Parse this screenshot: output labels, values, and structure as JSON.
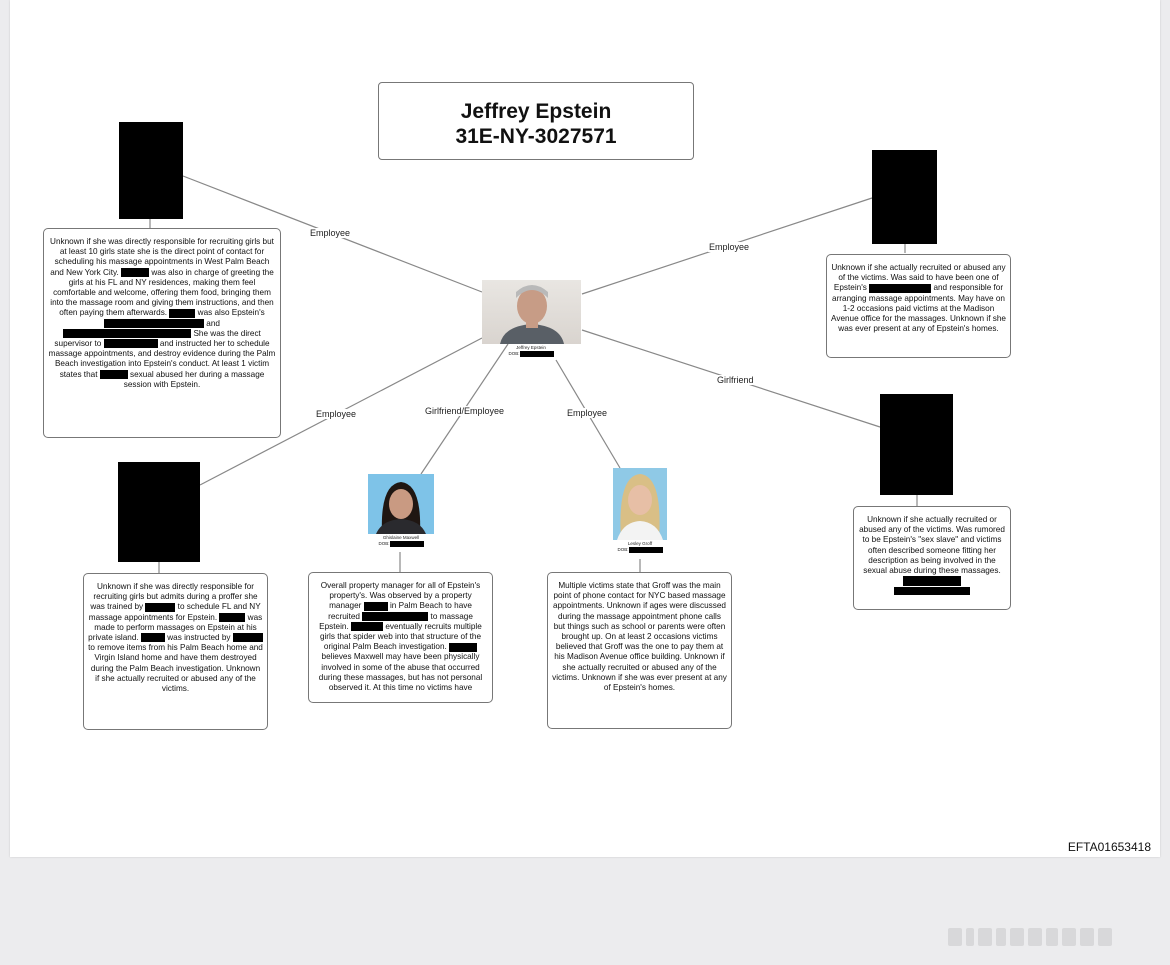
{
  "title": {
    "line1": "Jeffrey Epstein",
    "line2": "31E-NY-3027571"
  },
  "center": {
    "caption": "Jeffrey Epstein",
    "dob_label": "DOB:"
  },
  "edges": {
    "top_left": "Employee",
    "top_right": "Employee",
    "right": "Girlfriend",
    "bottom_left": "Employee",
    "maxwell": "Girlfriend/Employee",
    "groff": "Employee"
  },
  "maxwell": {
    "caption": "Ghislaine Maxwell",
    "dob_label": "DOB:"
  },
  "groff": {
    "caption": "Lesley Groff",
    "dob_label": "DOB:"
  },
  "notes": {
    "top_left": {
      "p1": "Unknown if she was directly responsible for recruiting girls but at least 10 girls state she is the direct point of contact for scheduling his massage appointments in West Palm Beach and New York City.",
      "p2": "was also in charge of greeting the girls at his FL and NY residences, making them feel comfortable and welcome, offering them food, bringing them into the massage room and giving them instructions, and then often paying them afterwards.",
      "p3": "was also Epstein's",
      "p4": "and",
      "p5": "She was the direct supervisor to",
      "p6": "and instructed her to schedule massage appointments, and destroy evidence during the Palm Beach investigation into Epstein's conduct. At least 1 victim states that",
      "p7": "sexual abused her during a massage session with Epstein."
    },
    "top_right": {
      "p1": "Unknown if she actually recruited or abused any of the victims. Was said to have been one of Epstein's",
      "p2": "and responsible for arranging massage appointments. May have on 1-2 occasions paid victims at the Madison Avenue office for the massages. Unknown if she was ever present at any of Epstein's homes."
    },
    "right": {
      "p1": "Unknown if she actually recruited or abused any of the victims. Was rumored to be Epstein's \"sex slave\" and victims often described someone fitting her description as being involved in the sexual abuse during these massages."
    },
    "bottom_left": {
      "p1": "Unknown if she was directly responsible for recruiting girls but admits during a proffer she was trained by",
      "p2": "to schedule FL and NY massage appointments for Epstein.",
      "p3": "was made to perform massages on Epstein at his private island.",
      "p4": "was instructed by",
      "p5": "to remove items from his Palm Beach home and Virgin Island home and have them destroyed during the Palm Beach investigation. Unknown if she actually recruited or abused any of the victims."
    },
    "maxwell": {
      "p1": "Overall property manager for all of Epstein's property's. Was observed by a property manager",
      "p2": "in Palm Beach to have recruited",
      "p3": "to massage Epstein.",
      "p4": "eventually recruits multiple girls that spider web into that structure of the original Palm Beach investigation.",
      "p5": "believes Maxwell may have been physically involved in some of the abuse that occurred during these massages, but has not personal observed it. At this time no victims have"
    },
    "groff": {
      "p1": "Multiple victims state that Groff was the main point of phone contact for NYC based massage appointments. Unknown if ages were discussed during the massage appointment phone calls but things such as school or parents were often brought up. On at least 2 occasions victims believed that Groff was the one to pay them at his Madison Avenue office building. Unknown if she actually recruited or abused any of the victims. Unknown if she was ever present at any of Epstein's homes."
    }
  },
  "doc_id": "EFTA01653418",
  "colors": {
    "redaction": "#000000",
    "border": "#777777",
    "page": "#ffffff",
    "background": "#ececee"
  }
}
